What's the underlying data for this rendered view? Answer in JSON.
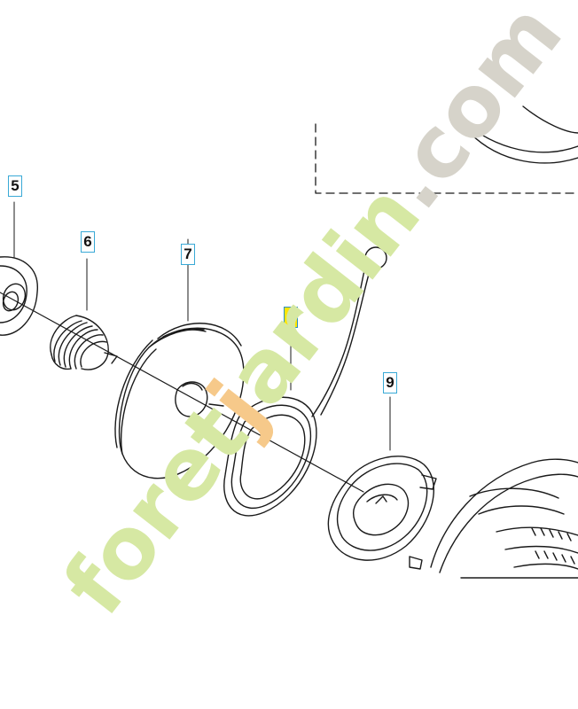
{
  "callouts": [
    {
      "label": "5",
      "highlighted": false
    },
    {
      "label": "6",
      "highlighted": false
    },
    {
      "label": "7",
      "highlighted": false
    },
    {
      "label": "8",
      "highlighted": true
    },
    {
      "label": "9",
      "highlighted": false
    }
  ],
  "watermark": {
    "text_green": "foret",
    "text_orange": "j",
    "text_green2": "ardin",
    "text_gray": ".com",
    "colors": {
      "green": "#d6e8a3",
      "orange": "#f6c98a",
      "gray": "#d6d3ca"
    }
  },
  "colors": {
    "line": "#1a1a1a",
    "callout_border": "#39a9d6",
    "highlight": "#ffe600"
  }
}
